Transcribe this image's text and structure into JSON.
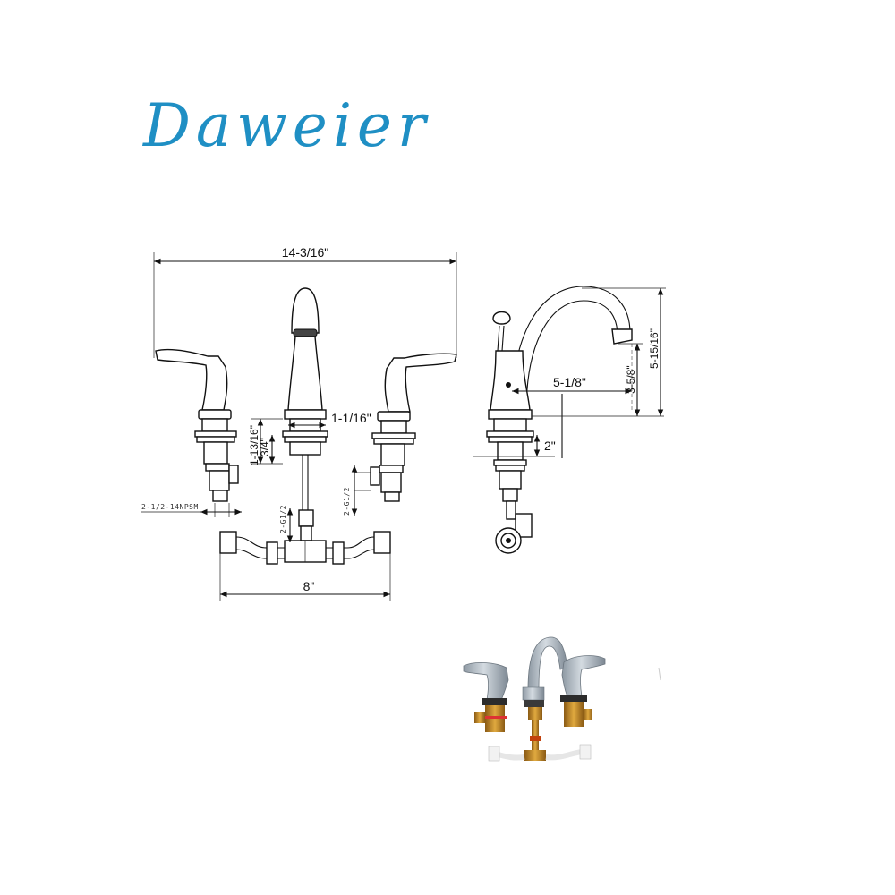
{
  "brand": {
    "logo_text": "Daweier"
  },
  "dimensions": {
    "overall_width": "14-3/16\"",
    "spout_base_width": "1-1/16\"",
    "valve_height": "1-13/16\"",
    "valve_offset": "3/4\"",
    "inlet_thread": "2-1/2-14NPSM",
    "outlet_thread_center": "2-G1/2",
    "outlet_thread_side": "2-G1/2",
    "center_spread": "8\"",
    "spout_reach": "5-1/8\"",
    "aerator_height": "3-5/8\"",
    "spout_height": "5-15/16\"",
    "deck_thickness": "2\""
  },
  "colors": {
    "brand": "#1f8fc4",
    "line": "#111111"
  }
}
